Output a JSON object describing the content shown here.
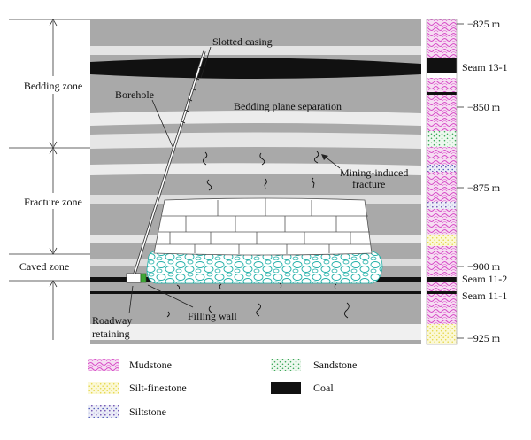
{
  "zones": {
    "bedding": "Bedding zone",
    "fracture": "Fracture zone",
    "caved": "Caved zone"
  },
  "annotations": {
    "slotted_casing": "Slotted casing",
    "borehole": "Borehole",
    "bedding_separation": "Bedding plane separation",
    "mining_fracture_1": "Mining-induced",
    "mining_fracture_2": "fracture",
    "roadway_1": "Roadway",
    "roadway_2": "retaining",
    "filling_wall": "Filling wall"
  },
  "depths": {
    "d825": "−825 m",
    "d850": "−850 m",
    "d875": "−875 m",
    "d900": "−900 m",
    "d925": "−925 m"
  },
  "seams": {
    "s13_1": "Seam 13-1",
    "s11_2": "Seam 11-2",
    "s11_1": "Seam 11-1"
  },
  "legend": {
    "mudstone": "Mudstone",
    "siltfine": "Silt-finestone",
    "siltstone": "Siltstone",
    "sandstone": "Sandstone",
    "coal": "Coal"
  },
  "colors": {
    "mudstone": "#e060d0",
    "siltfine": "#f0ea80",
    "siltstone": "#5060c0",
    "sandstone": "#40b060",
    "coal": "#111111",
    "rock": "#a9a9a9",
    "filling_wall": "#3fa535",
    "caved_rock": "#20b0a8"
  }
}
